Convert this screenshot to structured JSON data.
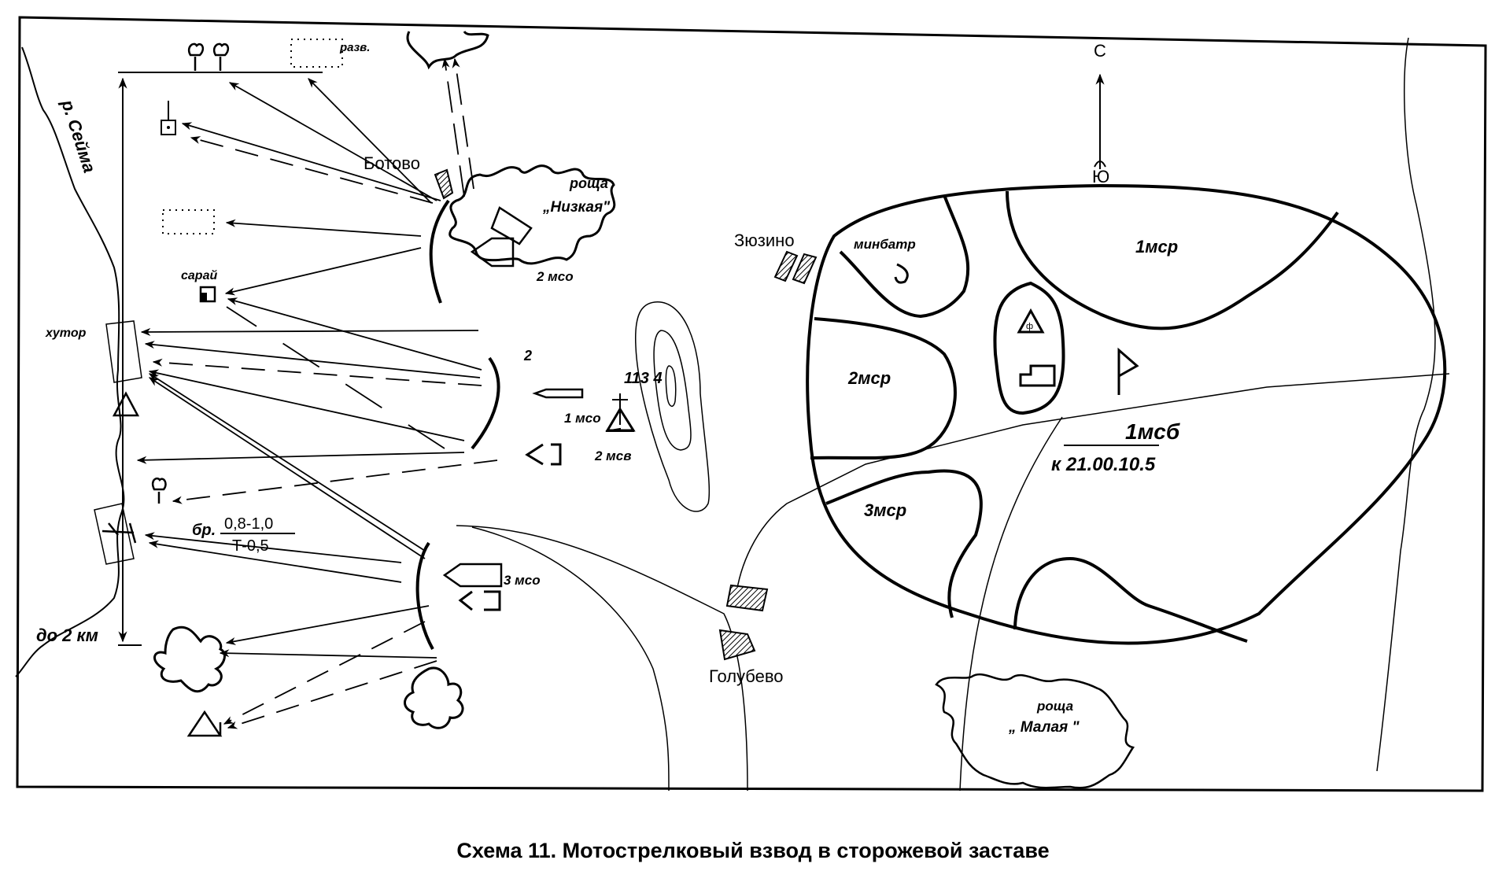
{
  "title": "Схема 11. Мотострелковый взвод в сторожевой заставе",
  "colors": {
    "ink": "#000000",
    "paper": "#ffffff"
  },
  "compass": {
    "north": "С",
    "south": "Ю"
  },
  "river": {
    "label": "р. Сейма"
  },
  "distance": {
    "label": "до 2 км"
  },
  "villages": {
    "botovo": "Ботово",
    "zyuzino": "Зюзино",
    "golubevo": "Голубево"
  },
  "landmarks": {
    "saray": "сарай",
    "khutor": "хутор",
    "razv": "разв.",
    "grove_nizkaya_line1": "роща",
    "grove_nizkaya_line2": "„Низкая\"",
    "grove_malaya_line1": "роща",
    "grove_malaya_line2": "„ Малая \""
  },
  "height": {
    "label": "113 4"
  },
  "units": {
    "mso1": "1 мсо",
    "mso2": "2 мсо",
    "mso3": "3 мсо",
    "msv2": "2 мсв",
    "post2": "2",
    "msr1": "1мср",
    "msr2": "2мср",
    "msr3": "3мср",
    "minbatr": "минбатр",
    "msb_top": "1мсб",
    "msb_bottom": "к 21.00.10.5"
  },
  "ford": {
    "prefix": "бр.",
    "numerator": "0,8-1,0",
    "denominator": "Т-0,5"
  }
}
